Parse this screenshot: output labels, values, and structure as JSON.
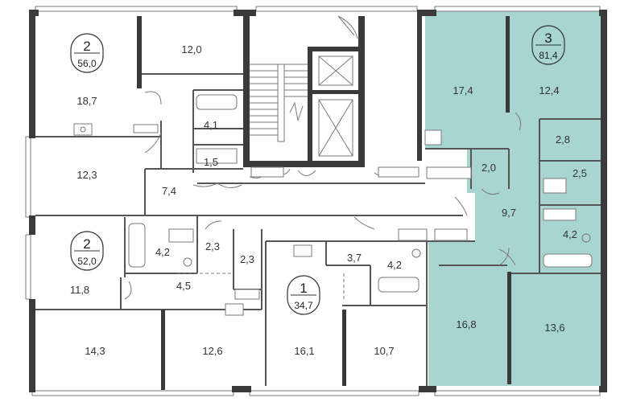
{
  "colors": {
    "wall": "#3a3a3a",
    "highlight": "#a9d5d0",
    "text": "#333333",
    "background": "#ffffff"
  },
  "apartments": [
    {
      "rooms": "2",
      "area": "56,0"
    },
    {
      "rooms": "2",
      "area": "52,0"
    },
    {
      "rooms": "1",
      "area": "34,7"
    },
    {
      "rooms": "3",
      "area": "81,4"
    }
  ],
  "rooms": {
    "a1_living": "18,7",
    "a1_bedroom": "12,0",
    "a1_bath": "4,1",
    "a1_wc": "1,5",
    "a1_kitchen": "12,3",
    "a1_hall": "7,4",
    "a2_bath": "4,2",
    "a2_wc": "2,3",
    "a2_closet": "2,3",
    "a2_living": "11,8",
    "a2_hall": "4,5",
    "a2_kitchen": "14,3",
    "a2_bedroom": "12,6",
    "a3_hall": "3,7",
    "a3_bath": "4,2",
    "a3_room": "16,1",
    "a3_kitchen": "10,7",
    "a4_living": "17,4",
    "a4_bedroom": "12,4",
    "a4_wc": "2,8",
    "a4_closet": "2,0",
    "a4_bath_small": "2,5",
    "a4_hall": "9,7",
    "a4_bath": "4,2",
    "a4_kitchen": "16,8",
    "a4_bedroom2": "13,6"
  }
}
